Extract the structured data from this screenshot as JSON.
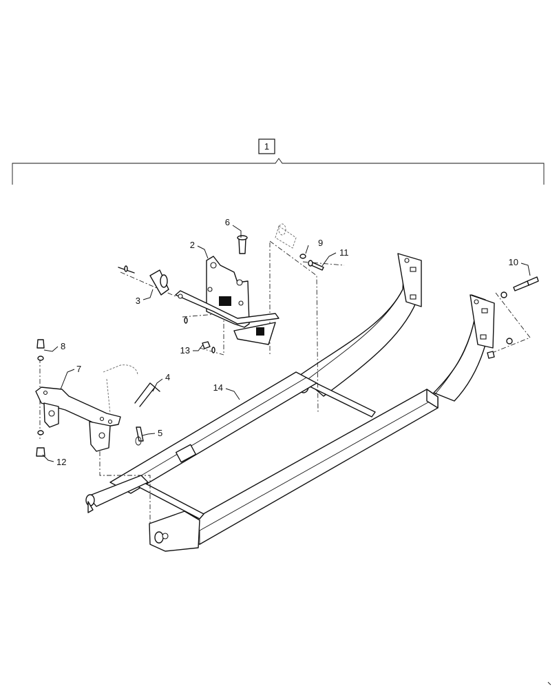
{
  "assembly": {
    "number": "1"
  },
  "callouts": [
    {
      "id": "2",
      "label": "2"
    },
    {
      "id": "3",
      "label": "3"
    },
    {
      "id": "4",
      "label": "4"
    },
    {
      "id": "5",
      "label": "5"
    },
    {
      "id": "6",
      "label": "6"
    },
    {
      "id": "7",
      "label": "7"
    },
    {
      "id": "8",
      "label": "8"
    },
    {
      "id": "9",
      "label": "9"
    },
    {
      "id": "10",
      "label": "10"
    },
    {
      "id": "11",
      "label": "11"
    },
    {
      "id": "12",
      "label": "12"
    },
    {
      "id": "13",
      "label": "13"
    },
    {
      "id": "14",
      "label": "14"
    }
  ]
}
